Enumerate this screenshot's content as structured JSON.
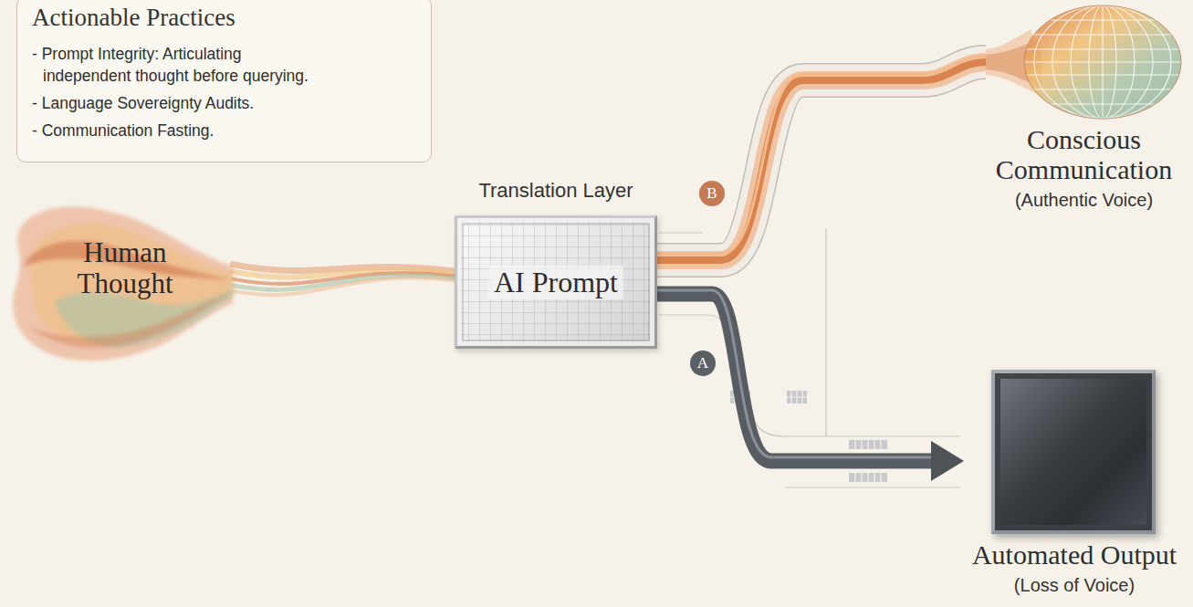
{
  "diagram": {
    "nodes": [
      {
        "text": [
          "Actionable Practices",
          "- Prompt Integrity: Articulating independent thought before querying.",
          "- Language Sovereignty Audits.",
          "- Communication Fasting."
        ]
      },
      {
        "text": [
          "Human Thought"
        ]
      },
      {
        "text": [
          "Translation Layer",
          "AI Prompt"
        ]
      },
      {
        "text": [
          "Conscious Communication",
          "(Authentic Voice)"
        ]
      },
      {
        "text": [
          "Automated Output",
          "(Loss of Voice)"
        ]
      }
    ],
    "edges": [
      {
        "from": 1,
        "to": 2,
        "arrow": "none"
      },
      {
        "from": 2,
        "to": 3,
        "label": "B",
        "arrow": "none"
      },
      {
        "from": 2,
        "to": 4,
        "label": "A",
        "arrow": "to"
      }
    ]
  }
}
